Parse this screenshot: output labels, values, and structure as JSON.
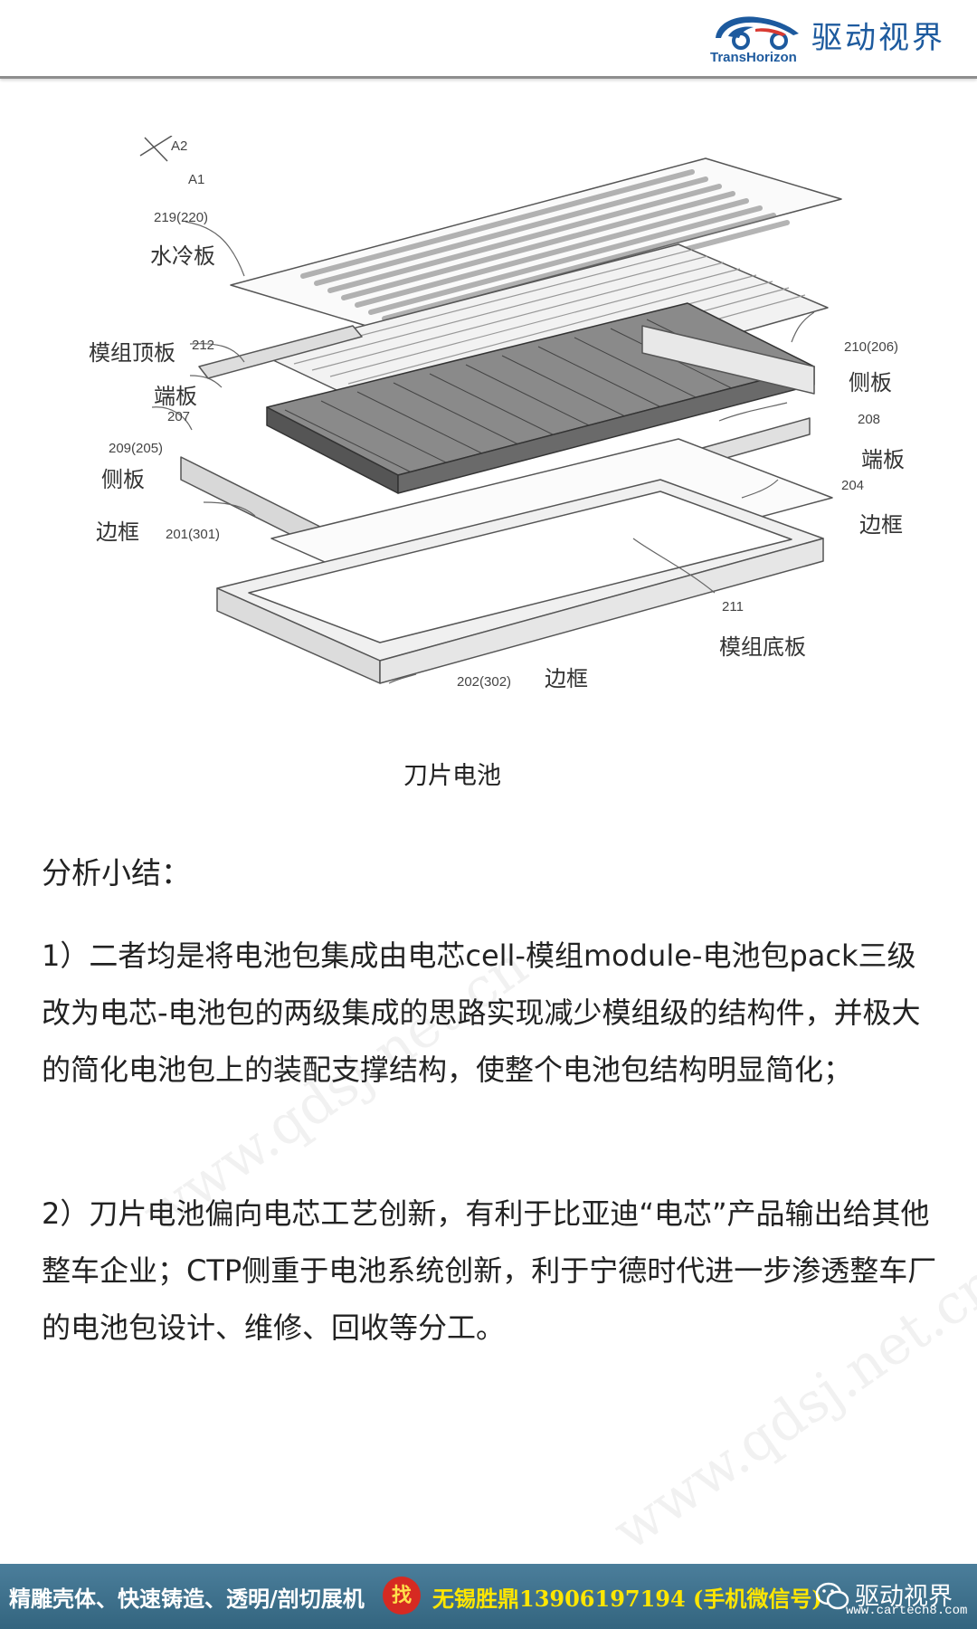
{
  "header": {
    "brand_cn": "驱动视界",
    "brand_en": "TransHorizon"
  },
  "diagram": {
    "axis_labels": [
      "A2",
      "A1"
    ],
    "labels": {
      "water_cooling_plate": "水冷板",
      "module_top_plate": "模组顶板",
      "end_plate_left": "端板",
      "side_plate_left": "侧板",
      "frame_left": "边框",
      "side_plate_right": "侧板",
      "end_plate_right": "端板",
      "frame_right": "边框",
      "module_bottom_plate": "模组底板",
      "frame_bottom": "边框"
    },
    "numbers": {
      "n219": "219(220)",
      "n212": "212",
      "n207": "207",
      "n209": "209(205)",
      "n201": "201(301)",
      "n210": "210(206)",
      "n208": "208",
      "n204": "204",
      "n211": "211",
      "n202": "202(302)"
    }
  },
  "caption": "刀片电池",
  "summary": {
    "title": "分析小结：",
    "p1": "1）二者均是将电池包集成由电芯cell-模组module-电池包pack三级改为电芯-电池包的两级集成的思路实现减少模组级的结构件，并极大的简化电池包上的装配支撑结构，使整个电池包结构明显简化；",
    "p2": "2）刀片电池偏向电芯工艺创新，有利于比亚迪“电芯”产品输出给其他整车企业；CTP侧重于电池系统创新，利于宁德时代进一步渗透整车厂的电池包设计、维修、回收等分工。"
  },
  "watermark": "www.qdsj.net.cn",
  "footer": {
    "promo": "精雕壳体、快速铸造、透明/剖切展机",
    "find": "找",
    "contact": "无锡胜鼎13906197194 (手机微信号)",
    "account": "驱动视界",
    "site": "www.cartech8.com"
  },
  "colors": {
    "footer_bg": "#3d7290",
    "contact_text": "#ffe600",
    "brand_blue": "#1d5a9e",
    "find_badge": "#d62a22"
  }
}
